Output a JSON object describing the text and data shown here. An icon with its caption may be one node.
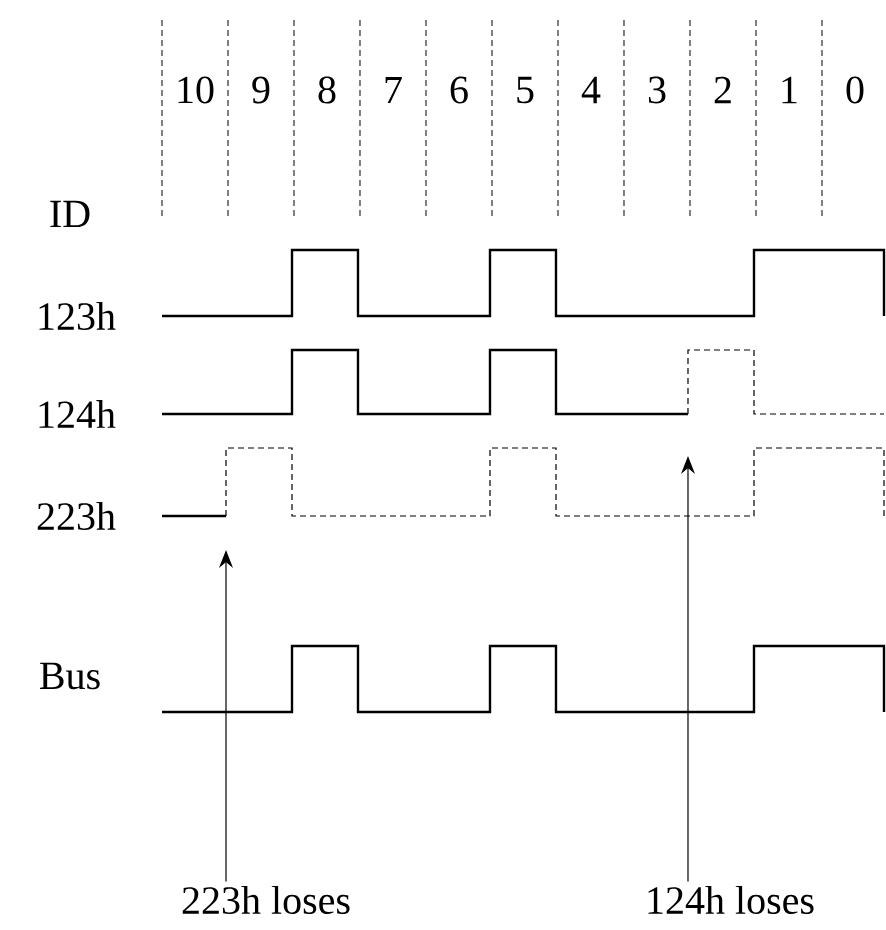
{
  "diagram": {
    "nodes": [
      {
        "text": [
          "223h loses"
        ]
      },
      {
        "text": [
          "124h loses"
        ]
      }
    ],
    "edges": [
      {
        "from": 0,
        "to": null,
        "arrow": "to"
      },
      {
        "from": 1,
        "to": null,
        "arrow": "to"
      }
    ],
    "labels": [
      "10",
      "9",
      "8",
      "7",
      "6",
      "5",
      "4",
      "3",
      "2",
      "1",
      "0",
      "ID",
      "123h",
      "124h",
      "223h",
      "Bus"
    ]
  }
}
